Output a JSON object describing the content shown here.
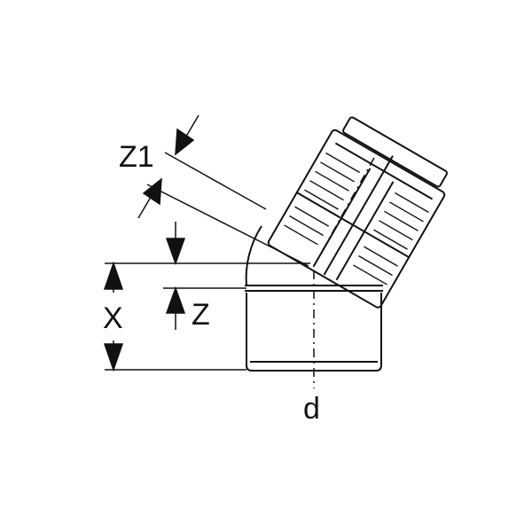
{
  "labels": {
    "z1": "Z1",
    "z": "Z",
    "x": "X",
    "d": "d"
  },
  "colors": {
    "line": "#111111",
    "background": "#ffffff"
  }
}
